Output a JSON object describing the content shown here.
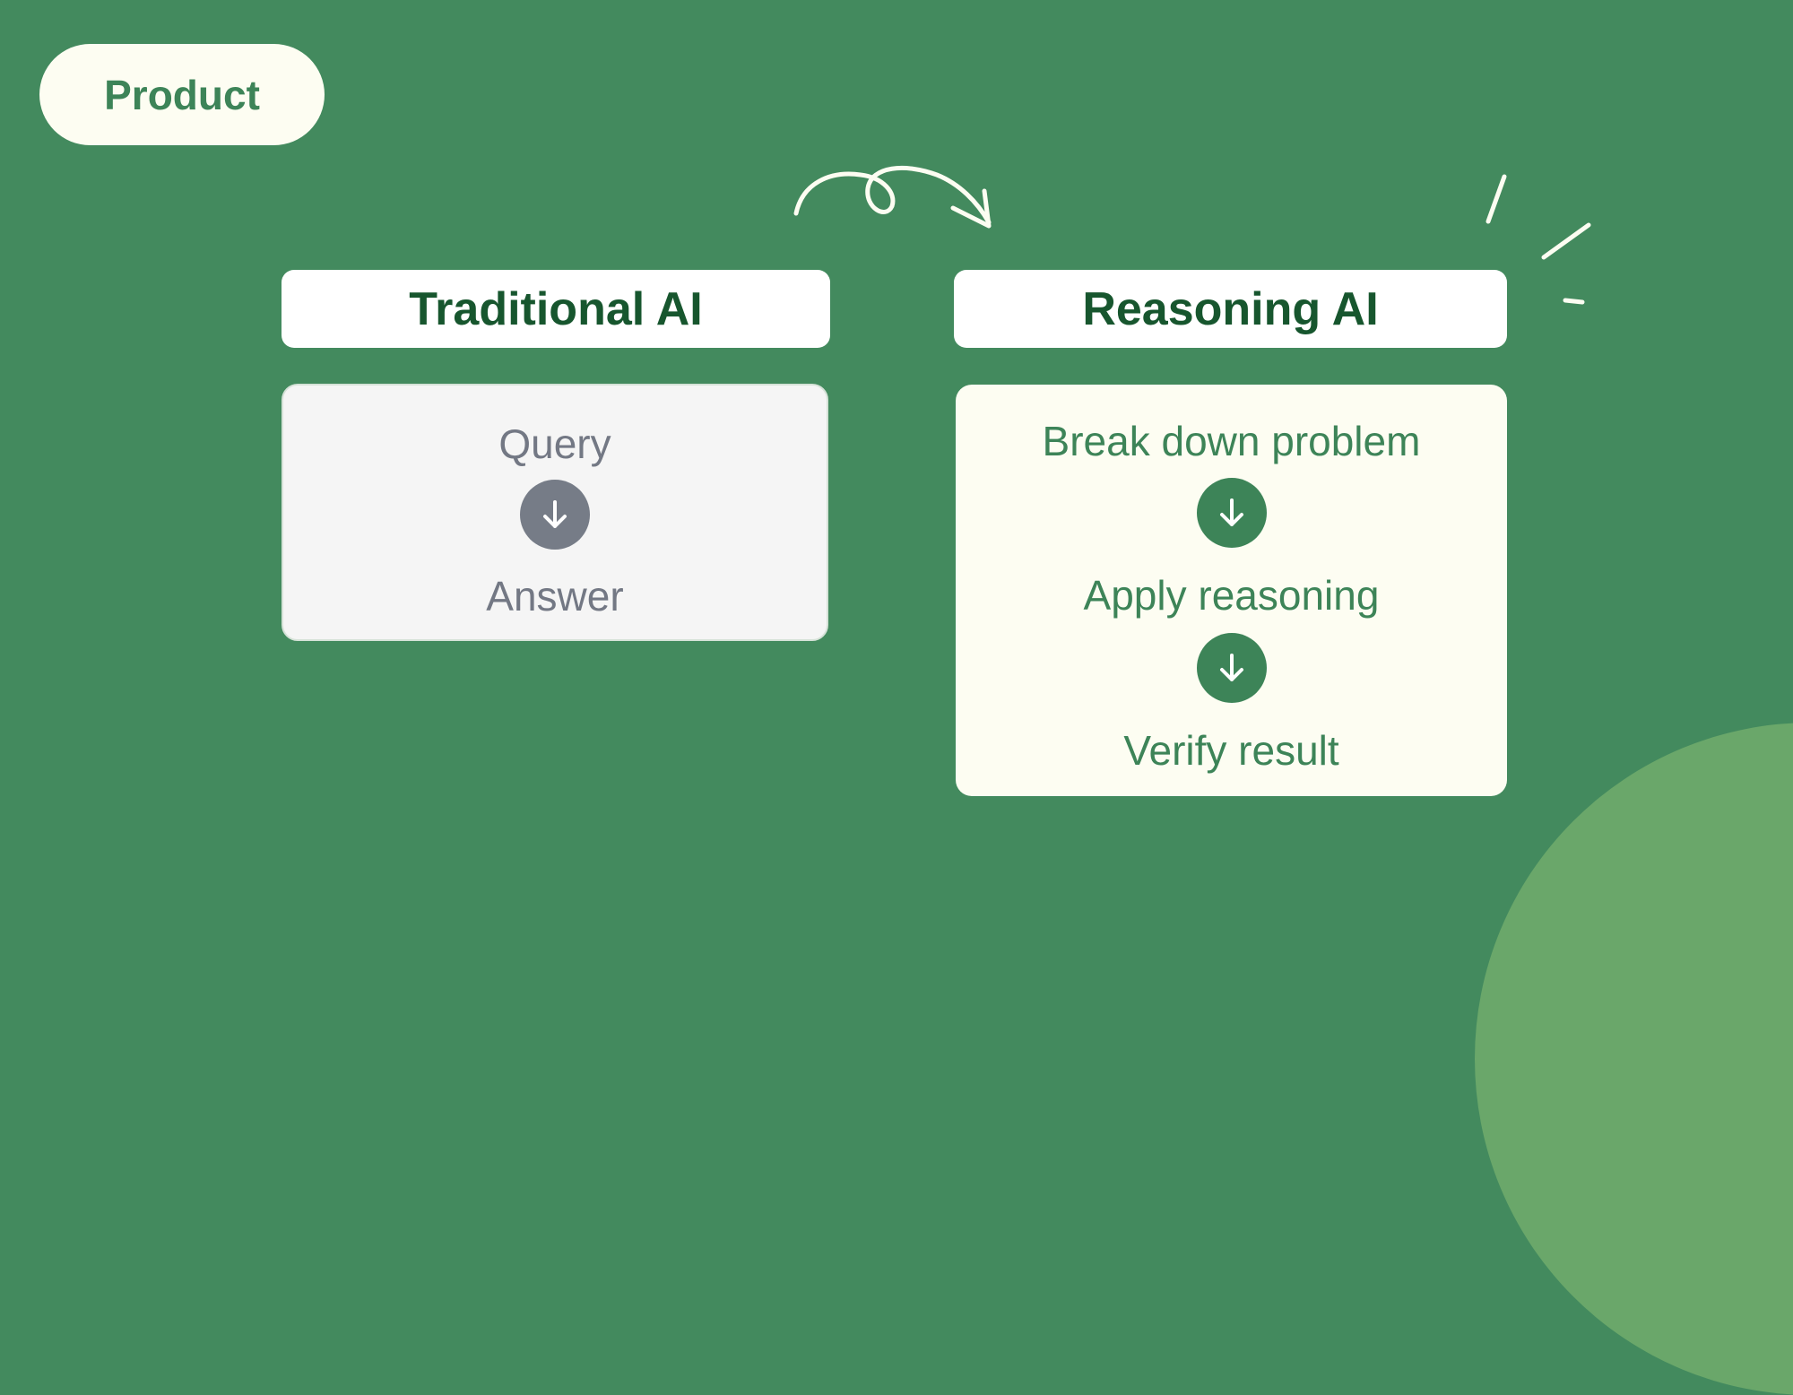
{
  "badge": {
    "label": "Product"
  },
  "colors": {
    "background": "#438a5e",
    "accent_blob": "#6aa76a",
    "cream": "#fdfdf2",
    "header_text": "#17562e",
    "reasoning_text": "#3d8458",
    "traditional_box": "#f5f5f5",
    "traditional_text": "#737884"
  },
  "columns": [
    {
      "title": "Traditional AI",
      "steps": [
        "Query",
        "Answer"
      ],
      "connector_icon": "arrow-down-circle-icon"
    },
    {
      "title": "Reasoning AI",
      "steps": [
        "Break down problem",
        "Apply reasoning",
        "Verify result"
      ],
      "connector_icon": "arrow-down-circle-icon"
    }
  ],
  "decorations": [
    "curly-arrow-icon",
    "sparkle-lines-icon",
    "corner-blob"
  ]
}
